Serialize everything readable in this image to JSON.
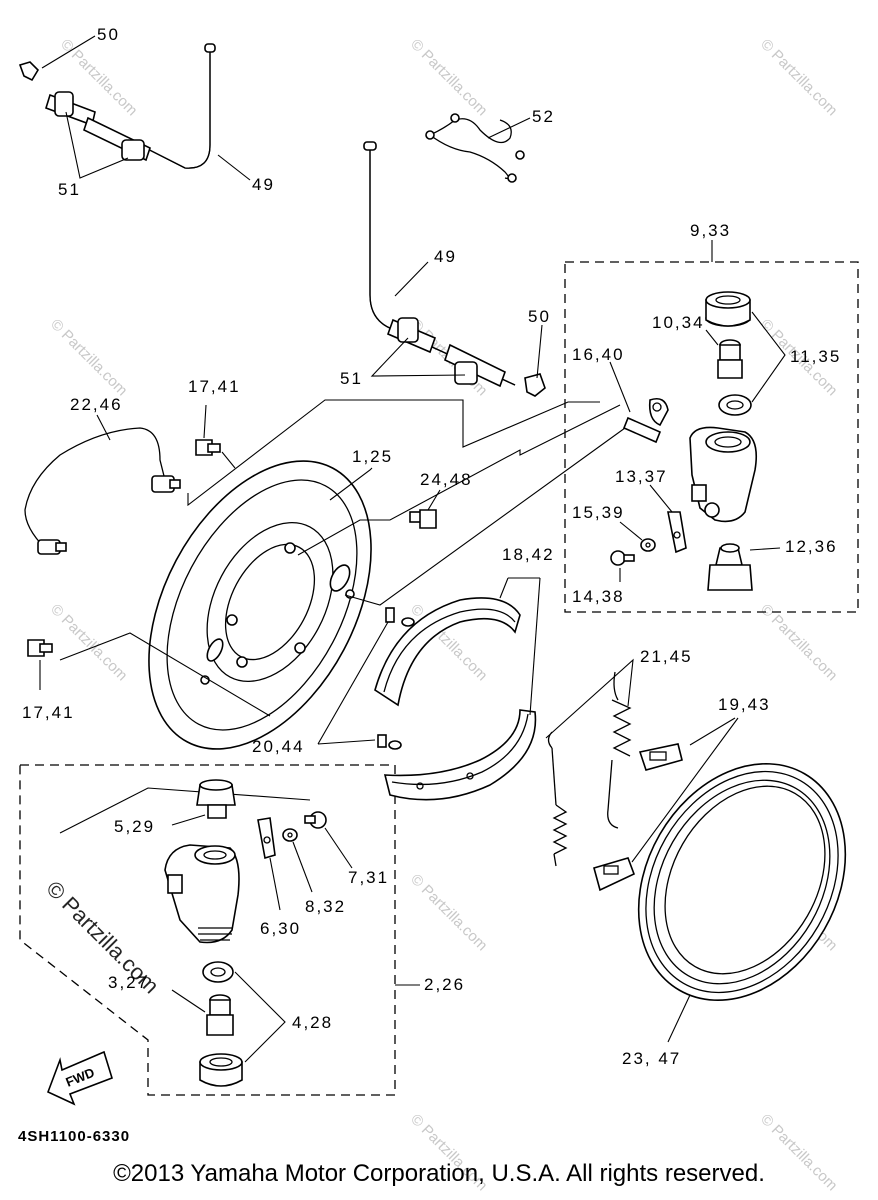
{
  "diagram": {
    "callouts": {
      "c50a": "50",
      "c51a": "51",
      "c49a": "49",
      "c52": "52",
      "c49b": "49",
      "c51b": "51",
      "c50b": "50",
      "c9_33": "9,33",
      "c10_34": "10,34",
      "c11_35": "11,35",
      "c16_40": "16,40",
      "c13_37": "13,37",
      "c15_39": "15,39",
      "c14_38": "14,38",
      "c12_36": "12,36",
      "c17_41a": "17,41",
      "c22_46": "22,46",
      "c1_25": "1,25",
      "c24_48": "24,48",
      "c18_42": "18,42",
      "c17_41b": "17,41",
      "c21_45": "21,45",
      "c19_43": "19,43",
      "c20_44": "20,44",
      "c5_29": "5,29",
      "c7_31": "7,31",
      "c8_32": "8,32",
      "c6_30": "6,30",
      "c3_27": "3,27",
      "c2_26": "2,26",
      "c4_28": "4,28",
      "c23_47": "23, 47"
    },
    "fwd_label": "FWD",
    "watermark": "© Partzilla.com",
    "watermark_big": "© Partzilla.com",
    "drawing_code": "4SH1100-6330"
  },
  "footer": {
    "copyright": "©2013 Yamaha Motor Corporation, U.S.A. All rights reserved."
  }
}
